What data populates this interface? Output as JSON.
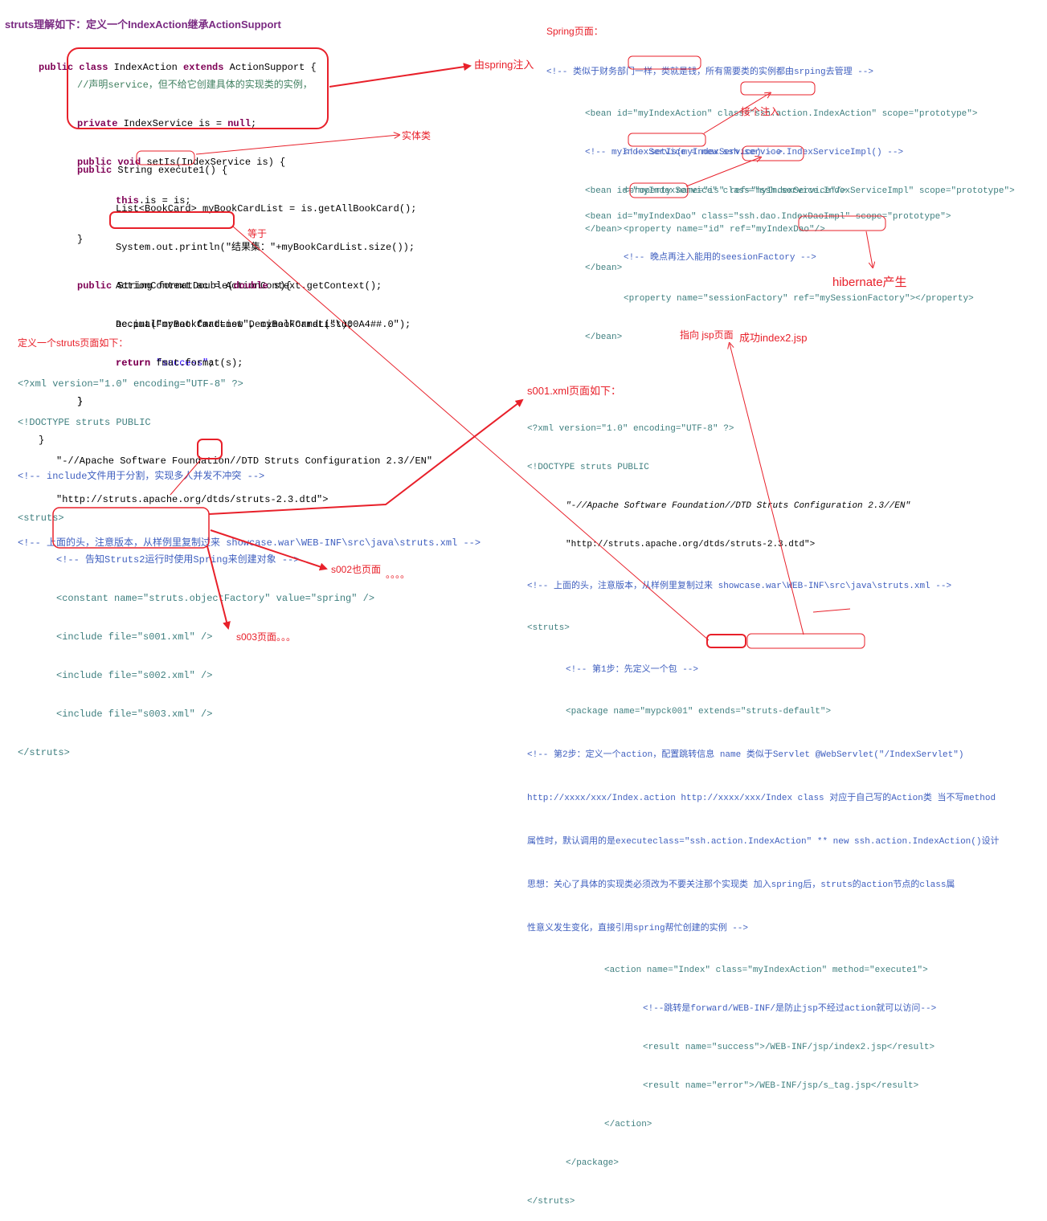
{
  "left": {
    "heading": "struts理解如下：定义一个IndexAction继承ActionSupport",
    "java_lines": [
      "public class IndexAction extends ActionSupport {",
      "//声明service，但不给它创建具体的实现类的实例，",
      "private IndexService is = null;",
      "public void setIs(IndexService is) {",
      "this.is = is;",
      "}",
      "public String execute1() {",
      "List<BookCard> myBookCardList = is.getAllBookCard();",
      "System.out.println(\"结果集：\"+myBookCardList.size());",
      "ActionContext ac = ActionContext.getContext();",
      "ac.put(\"myBookCardList\", myBookCardList);",
      "return \"success\";",
      "}",
      "public String formatDouble(double s){",
      "DecimalFormat fmat=new DecimalFormat(\"\\u00A4##.0\");",
      "return fmat.format(s);",
      "}",
      "}"
    ],
    "struts_title": "定义一个struts页面如下：",
    "struts_lines": [
      "<?xml version=\"1.0\" encoding=\"UTF-8\" ?>",
      "<!DOCTYPE struts PUBLIC",
      "\"-//Apache Software Foundation//DTD Struts Configuration 2.3//EN\"",
      "\"http://struts.apache.org/dtds/struts-2.3.dtd\">",
      "<!-- 上面的头，注意版本，从样例里复制过来 showcase.war\\WEB-INF\\src\\java\\struts.xml -->",
      "<!-- include文件用于分割，实现多人并发不冲突 -->",
      "<struts>",
      "<!-- 告知Struts2运行时使用Spring来创建对象 -->",
      "<constant name=\"struts.objectFactory\" value=\"spring\" />",
      "<include file=\"s001.xml\" />",
      "<include file=\"s002.xml\" />",
      "<include file=\"s003.xml\" />",
      "</struts>"
    ]
  },
  "spring": {
    "title": "Spring页面：",
    "lines": [
      "<!-- 类似于财务部门一样，类就是钱，所有需要类的实例都由srping去管理 -->",
      "<bean id=\"myIndexAction\" class=\"ssh.action.IndexAction\" scope=\"prototype\">",
      "<!-- setIs(myIndexService) -->",
      "<property name=\"is\" ref=\"myIndexService\"/>",
      "</bean>",
      "<!-- myIndexService = new ssh.service.IndexServiceImpl() -->",
      "<bean id=\"myIndexService\" class=\"ssh.service.IndexServiceImpl\" scope=\"prototype\">",
      "<property name=\"id\" ref=\"myIndexDao\"/>",
      "</bean>",
      "<bean id=\"myIndexDao\" class=\"ssh.dao.IndexDaoImpl\" scope=\"prototype\">",
      "<!-- 晚点再注入能用的seesionFactory -->",
      "<property name=\"sessionFactory\" ref=\"mySessionFactory\"></property>",
      "</bean>"
    ]
  },
  "s001": {
    "title": "s001.xml页面如下：",
    "lines": [
      "<?xml version=\"1.0\" encoding=\"UTF-8\" ?>",
      "<!DOCTYPE struts PUBLIC",
      "\"-//Apache Software Foundation//DTD Struts Configuration 2.3//EN\"",
      "\"http://struts.apache.org/dtds/struts-2.3.dtd\">",
      "<!-- 上面的头，注意版本，从样例里复制过来 showcase.war\\WEB-INF\\src\\java\\struts.xml -->",
      "<struts>",
      "<!-- 第1步：先定义一个包 -->",
      "<package name=\"mypck001\" extends=\"struts-default\">",
      "<!-- 第2步：定义一个action，配置跳转信息 name 类似于Servlet @WebServlet(\"/IndexServlet\")",
      "http://xxxx/xxx/Index.action http://xxxx/xxx/Index class 对应于自己写的Action类 当不写method",
      "属性时，默认调用的是executeclass=\"ssh.action.IndexAction\" ** new ssh.action.IndexAction()设计",
      "思想：关心了具体的实现类必须改为不要关注那个实现类 加入spring后，struts的action节点的class属",
      "性意义发生变化，直接引用spring帮忙创建的实例 -->",
      "<action name=\"Index\" class=\"myIndexAction\" method=\"execute1\">",
      "<!--跳转是forward/WEB-INF/是防止jsp不经过action就可以访问-->",
      "<result name=\"success\">/WEB-INF/jsp/index2.jsp</result>",
      "<result name=\"error\">/WEB-INF/jsp/s_tag.jsp</result>",
      "</action>",
      "</package>",
      "</struts>"
    ]
  },
  "annotations": {
    "spring_inject": "由spring注入",
    "entity": "实体类",
    "equals": "等于",
    "inject_next": "接个注入",
    "hibernate": "hibernate产生",
    "points_jsp": "指向 jsp页面",
    "success_index2": "成功index2.jsp",
    "s002": "s002也页面",
    "s002_dots": "。。。。",
    "s003": "s003页面。。。"
  },
  "colors": {
    "annotation_red": "#e8202a",
    "heading_purple": "#7a2a82",
    "comment_blue": "#3f5fbf"
  }
}
